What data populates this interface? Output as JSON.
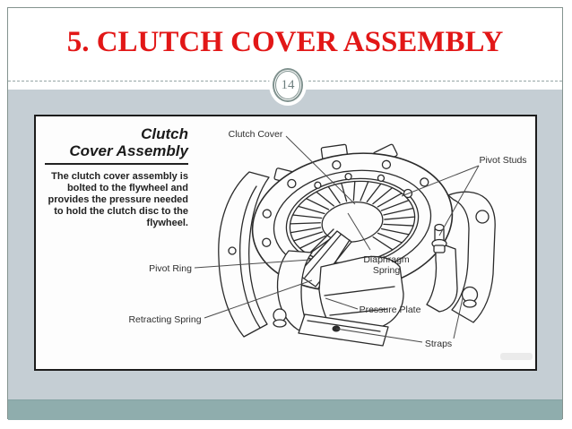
{
  "slide": {
    "title": "5. CLUTCH COVER ASSEMBLY",
    "page_number": "14"
  },
  "infobox": {
    "heading_line1": "Clutch",
    "heading_line2": "Cover Assembly",
    "body": "The clutch cover assembly is bolted to the flywheel and provides the pressure needed to hold the clutch disc to the flywheel."
  },
  "diagram": {
    "labels": {
      "clutch_cover": "Clutch Cover",
      "pivot_studs": "Pivot Studs",
      "diaphragm_spring": "Diaphragm Spring",
      "pivot_ring": "Pivot Ring",
      "retracting_spring": "Retracting Spring",
      "pressure_plate": "Pressure Plate",
      "straps": "Straps"
    }
  },
  "colors": {
    "title_red": "#e21717",
    "body_background": "#c5ced4",
    "footer_band": "#8fadad",
    "slide_border": "#84938f",
    "badge_ring": "#7f918e",
    "badge_number": "#6e7f7f",
    "drawing_line": "#2b2b2b"
  }
}
